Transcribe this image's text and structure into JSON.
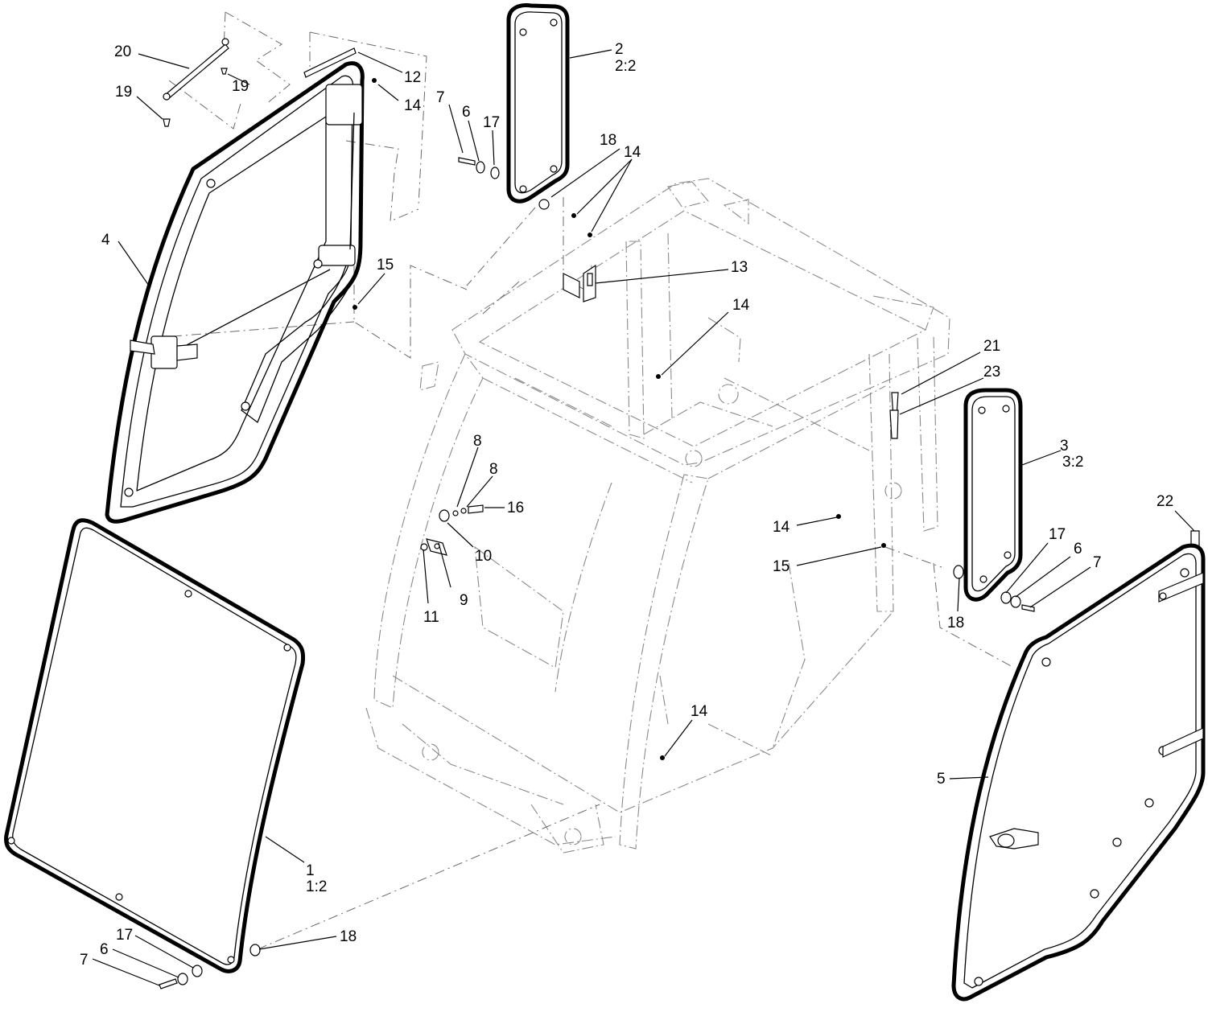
{
  "callouts": {
    "c20": "20",
    "c19a": "19",
    "c19b": "19",
    "c12": "12",
    "c14a": "14",
    "c2a": "2",
    "c2b": "2:2",
    "c7a": "7",
    "c6a": "6",
    "c17a": "17",
    "c18a": "18",
    "c14b": "14",
    "c4": "4",
    "c15a": "15",
    "c13": "13",
    "c14c": "14",
    "c21": "21",
    "c23": "23",
    "c3a": "3",
    "c3b": "3:2",
    "c8a": "8",
    "c8b": "8",
    "c16": "16",
    "c10": "10",
    "c9": "9",
    "c11": "11",
    "c14d": "14",
    "c15b": "15",
    "c18b": "18",
    "c17b": "17",
    "c6b": "6",
    "c7b": "7",
    "c22": "22",
    "c5": "5",
    "c14e": "14",
    "c1a": "1",
    "c1b": "1:2",
    "c17c": "17",
    "c6c": "6",
    "c7c": "7",
    "c18c": "18"
  }
}
